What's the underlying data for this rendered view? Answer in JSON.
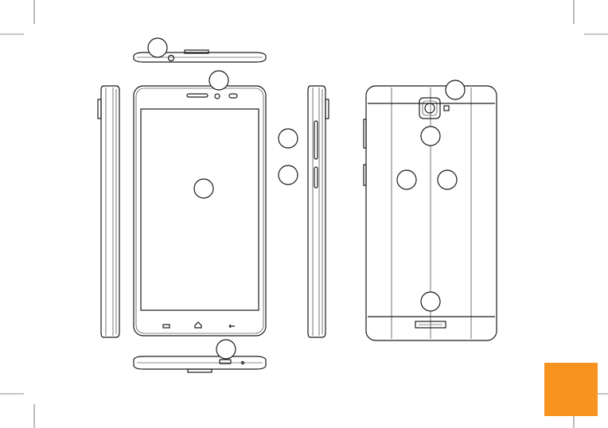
{
  "figure": {
    "views": [
      "top-edge-view",
      "front-view",
      "left-side-view",
      "right-side-view",
      "back-view",
      "bottom-edge-view"
    ],
    "callouts": [
      {
        "id": "callout-headphone-jack",
        "label": ""
      },
      {
        "id": "callout-front-top",
        "label": ""
      },
      {
        "id": "callout-screen",
        "label": ""
      },
      {
        "id": "callout-volume-key",
        "label": ""
      },
      {
        "id": "callout-power-key",
        "label": ""
      },
      {
        "id": "callout-rear-camera",
        "label": ""
      },
      {
        "id": "callout-back-upper",
        "label": ""
      },
      {
        "id": "callout-back-left",
        "label": ""
      },
      {
        "id": "callout-back-right",
        "label": ""
      },
      {
        "id": "callout-back-lower",
        "label": ""
      },
      {
        "id": "callout-usb-port",
        "label": ""
      }
    ],
    "accent_color": "#f7931e",
    "line_color": "#1a1a1a"
  }
}
